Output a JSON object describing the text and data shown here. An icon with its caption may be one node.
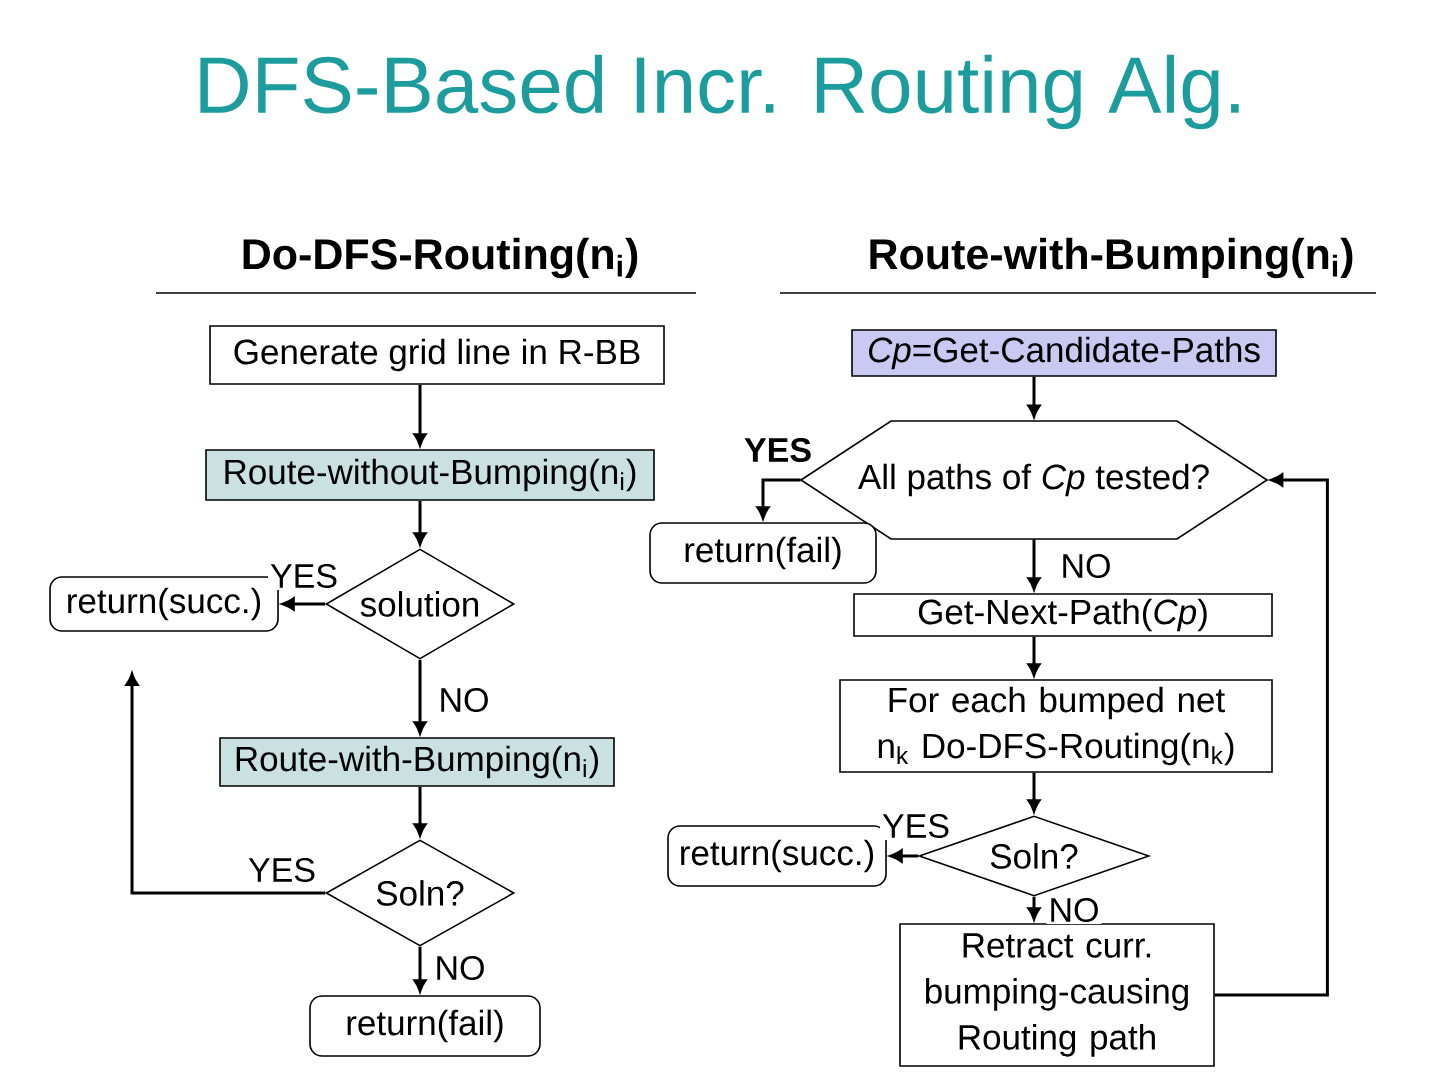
{
  "diagram": {
    "title": "DFS-Based Incr. Routing Alg.",
    "nodes": [
      {
        "text": [
          "Generate grid line in R-BB"
        ]
      },
      {
        "text": [
          "Route-without-Bumping(n$_{i}$)"
        ]
      },
      {
        "text": [
          "solution"
        ]
      },
      {
        "text": [
          "return(succ.)"
        ]
      },
      {
        "text": [
          "Route-with-Bumping(n$_{i}$)"
        ]
      },
      {
        "text": [
          "Soln?"
        ]
      },
      {
        "text": [
          "return(fail)"
        ]
      },
      {
        "text": [
          "*Cp*=Get-Candidate-Paths"
        ]
      },
      {
        "text": [
          "All paths of *Cp* tested?"
        ]
      },
      {
        "text": [
          "return(fail)"
        ]
      },
      {
        "text": [
          "Get-Next-Path(*Cp*)"
        ]
      },
      {
        "text": [
          "For each bumped net n$_{k}$ Do-DFS-Routing(n$_{k}$)"
        ]
      },
      {
        "text": [
          "Soln?"
        ]
      },
      {
        "text": [
          "return(succ.)"
        ]
      },
      {
        "text": [
          "Retract curr. bumping-causing Routing path"
        ]
      }
    ],
    "edges": [
      {
        "from": 0,
        "to": 1,
        "arrow": "to"
      },
      {
        "from": 1,
        "to": 2,
        "arrow": "to"
      },
      {
        "from": 2,
        "to": 3,
        "arrow": "to",
        "label": "YES"
      },
      {
        "from": 2,
        "to": 4,
        "arrow": "to",
        "label": "NO"
      },
      {
        "from": 4,
        "to": 5,
        "arrow": "to"
      },
      {
        "from": 5,
        "to": 6,
        "arrow": "to",
        "label": "NO"
      },
      {
        "from": 5,
        "to": null,
        "arrow": "to",
        "label": "YES"
      },
      {
        "from": 7,
        "to": 8,
        "arrow": "to"
      },
      {
        "from": 8,
        "to": 9,
        "arrow": "to",
        "label": "YES"
      },
      {
        "from": 8,
        "to": 10,
        "arrow": "to",
        "label": "NO"
      },
      {
        "from": 10,
        "to": 11,
        "arrow": "to"
      },
      {
        "from": 11,
        "to": 12,
        "arrow": "to"
      },
      {
        "from": 12,
        "to": 13,
        "arrow": "to",
        "label": "YES"
      },
      {
        "from": 12,
        "to": 14,
        "arrow": "to",
        "label": "NO"
      },
      {
        "from": 14,
        "to": 8,
        "arrow": "to"
      }
    ],
    "labels": [
      "Do-DFS-Routing(n$_{i}$)",
      "Route-with-Bumping(n$_{i}$)"
    ]
  }
}
